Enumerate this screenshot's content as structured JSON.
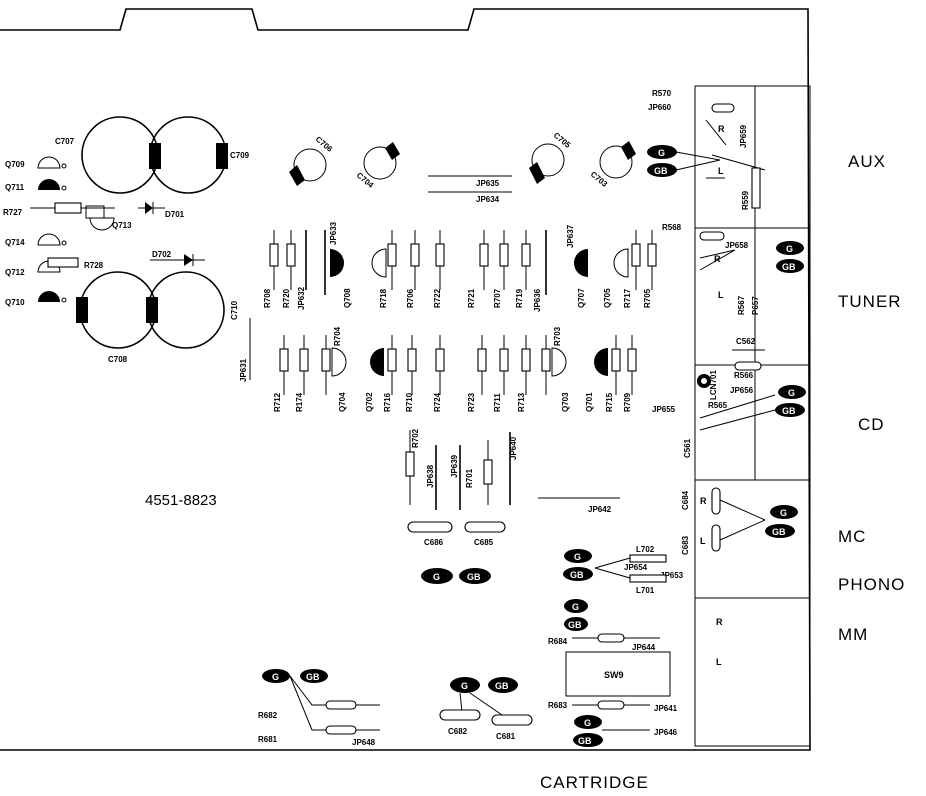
{
  "jacks": {
    "aux": "AUX",
    "tuner": "TUNER",
    "cd": "CD",
    "mc": "MC",
    "phono": "PHONO",
    "mm": "MM",
    "cartridge": "CARTRIDGE"
  },
  "board_number": "4551-8823",
  "switch_label": "SW9",
  "channels": {
    "right": "R",
    "left": "L"
  },
  "terminals": {
    "g": "G",
    "gb": "GB"
  },
  "components": {
    "c707": "C707",
    "c709": "C709",
    "c708": "C708",
    "c710": "C710",
    "c706": "C706",
    "c704": "C704",
    "c705": "C705",
    "c703": "C703",
    "q709": "Q709",
    "q711": "Q711",
    "q713": "Q713",
    "q714": "Q714",
    "q712": "Q712",
    "q710": "Q710",
    "r727": "R727",
    "r728": "R728",
    "d701": "D701",
    "d702": "D702",
    "jp635": "JP635",
    "jp634": "JP634",
    "jp633": "JP633",
    "jp637": "JP637",
    "jp632": "JP632",
    "jp636": "JP636",
    "jp631": "JP631",
    "r708": "R708",
    "r720": "R720",
    "q708": "Q708",
    "r718": "R718",
    "r706": "R706",
    "r722": "R722",
    "r721": "R721",
    "r707": "R707",
    "r719": "R719",
    "q707": "Q707",
    "q705": "Q705",
    "r717": "R717",
    "r705": "R705",
    "r712": "R712",
    "r174": "R174",
    "r704": "R704",
    "q704": "Q704",
    "q702": "Q702",
    "r716": "R716",
    "r710": "R710",
    "r724": "R724",
    "r723": "R723",
    "r711": "R711",
    "r713": "R713",
    "r703": "R703",
    "q703": "Q703",
    "q701": "Q701",
    "r715": "R715",
    "r709": "R709",
    "r702": "R702",
    "jp638": "JP638",
    "jp639": "JP639",
    "r701": "R701",
    "jp640": "JP640",
    "jp642": "JP642",
    "c686": "C686",
    "c685": "C685",
    "r570": "R570",
    "jp660": "JP660",
    "jp659": "JP659",
    "r559": "R559",
    "r568": "R568",
    "jp658": "JP658",
    "r567": "R567",
    "p657": "P657",
    "c562": "C562",
    "r566": "R566",
    "jp656": "JP656",
    "lcn701": "LCN701",
    "jp655": "JP655",
    "r565": "R565",
    "c561": "C561",
    "c684": "C684",
    "c683": "C683",
    "l702": "L702",
    "jp654": "JP654",
    "jp653": "JP653",
    "l701": "L701",
    "r684": "R684",
    "jp644": "JP644",
    "r683": "R683",
    "jp641": "JP641",
    "jp646": "JP646",
    "r682": "R682",
    "r681": "R681",
    "jp648": "JP648",
    "c682": "C682",
    "c681": "C681"
  }
}
